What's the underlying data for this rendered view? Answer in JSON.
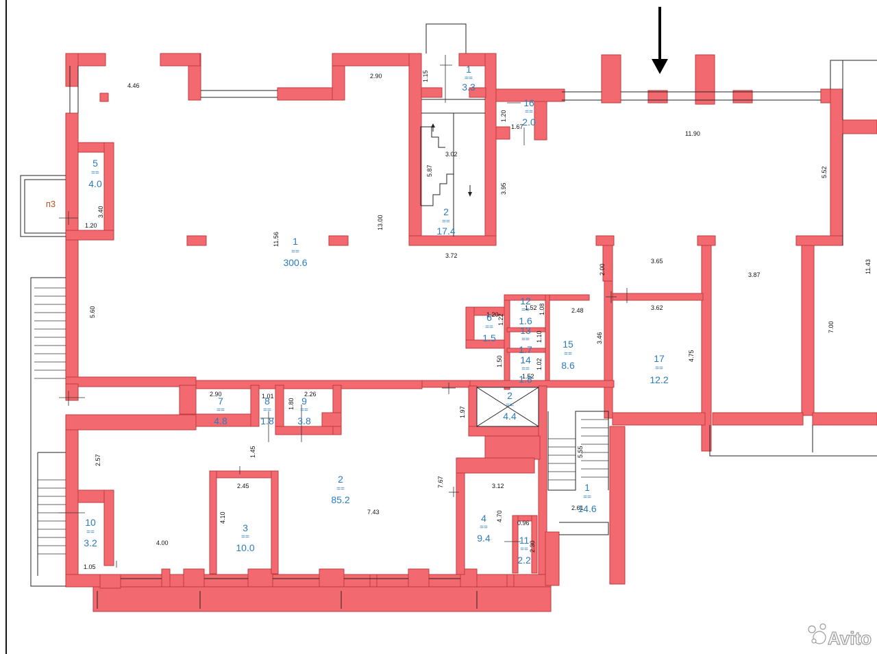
{
  "rooms": [
    {
      "id": "r1",
      "num": "1",
      "sep": "==",
      "area": "3.3"
    },
    {
      "id": "r16",
      "num": "16",
      "sep": "==",
      "area": "2.0"
    },
    {
      "id": "r5",
      "num": "5",
      "sep": "==",
      "area": "4.0"
    },
    {
      "id": "r2a",
      "num": "2",
      "sep": "==",
      "area": "17.4"
    },
    {
      "id": "r1main",
      "num": "1",
      "sep": "==",
      "area": "300.6"
    },
    {
      "id": "r6",
      "num": "6",
      "sep": "==",
      "area": "1.5"
    },
    {
      "id": "r12",
      "num": "12",
      "sep": "==",
      "area": "1.6"
    },
    {
      "id": "r13",
      "num": "13",
      "sep": "==",
      "area": "1.7"
    },
    {
      "id": "r14",
      "num": "14",
      "sep": "==",
      "area": "1.8"
    },
    {
      "id": "r15",
      "num": "15",
      "sep": "==",
      "area": "8.6"
    },
    {
      "id": "r17",
      "num": "17",
      "sep": "==",
      "area": "12.2"
    },
    {
      "id": "r7",
      "num": "7",
      "sep": "==",
      "area": "4.8"
    },
    {
      "id": "r8",
      "num": "8",
      "sep": "==",
      "area": "1.8"
    },
    {
      "id": "r9",
      "num": "9",
      "sep": "==",
      "area": "3.8"
    },
    {
      "id": "r2b",
      "num": "2",
      "sep": "==",
      "area": "4.4"
    },
    {
      "id": "r2c",
      "num": "2",
      "sep": "==",
      "area": "85.2"
    },
    {
      "id": "r3",
      "num": "3",
      "sep": "==",
      "area": "10.0"
    },
    {
      "id": "r4",
      "num": "4",
      "sep": "==",
      "area": "9.4"
    },
    {
      "id": "r11",
      "num": "11",
      "sep": "==",
      "area": "2.2"
    },
    {
      "id": "r1b",
      "num": "1",
      "sep": "==",
      "area": "14.6"
    },
    {
      "id": "r10",
      "num": "10",
      "sep": "==",
      "area": "3.2"
    }
  ],
  "dimensions": [
    "4.46",
    "2.90",
    "1.15",
    "1.20",
    "1.67",
    "11.90",
    "3.02",
    "5.87",
    "3.95",
    "5.52",
    "3.40",
    "1.20",
    "11.56",
    "13.00",
    "3.72",
    "2.00",
    "3.65",
    "3.87",
    "11.43",
    "5.60",
    "1.20",
    "1.22",
    "1.52",
    "1.08",
    "2.48",
    "3.62",
    "1.10",
    "3.46",
    "1.50",
    "1.02",
    "1.52",
    "4.75",
    "7.00",
    "2.90",
    "1.01",
    "2.26",
    "1.80",
    "1.97",
    "2.57",
    "1.45",
    "2.45",
    "7.67",
    "3.12",
    "5.55",
    "4.10",
    "4.70",
    "0.96",
    "2.61",
    "4.00",
    "7.43",
    "2.30",
    "1.05"
  ],
  "tag": "п3",
  "watermark": "Avito"
}
